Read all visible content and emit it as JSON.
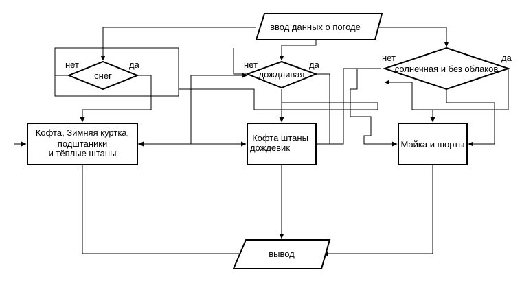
{
  "nodes": {
    "input": "ввод данных о погоде",
    "snow": "снег",
    "rain": "дождливая",
    "sunny": "солнечная и без облаков",
    "winter_clothes": [
      "Кофта, Зимняя куртка,",
      "подштаники",
      "и тёплые штаны"
    ],
    "rain_clothes": [
      "Кофта штаны",
      "дождевик"
    ],
    "summer_clothes": "Майка и шорты",
    "output": "вывод"
  },
  "labels": {
    "no": "нет",
    "yes": "да"
  }
}
